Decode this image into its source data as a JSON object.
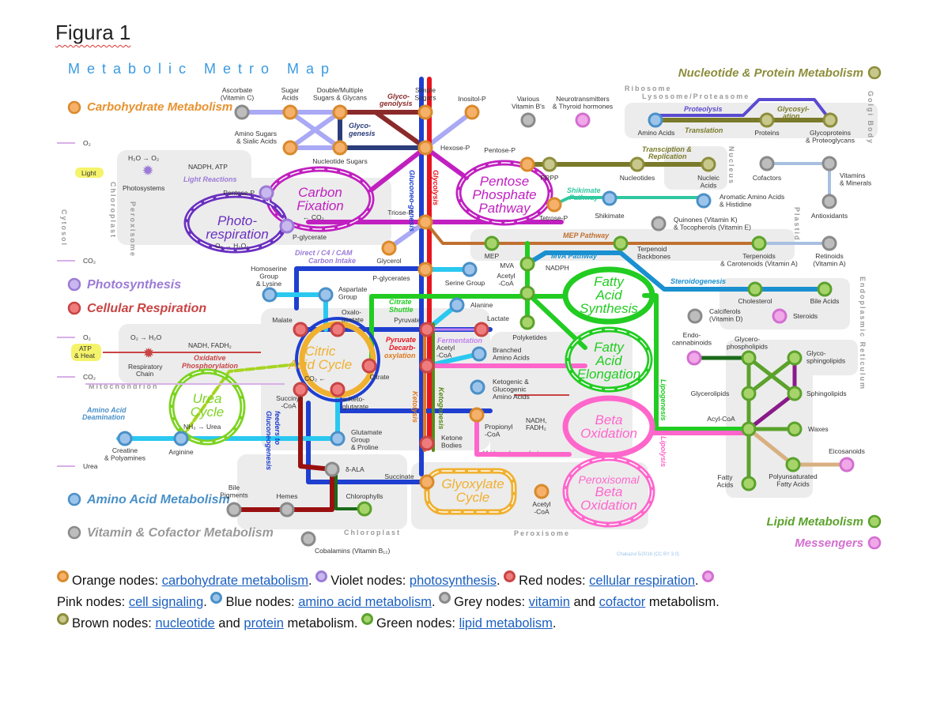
{
  "figure_title": "Figura 1",
  "map_title": "Metabolic Metro Map",
  "credit": "Chakazul 5/2016 (CC BY 3.0)",
  "colors": {
    "carbohydrate": [
      "#f5b069",
      "#d98a2c"
    ],
    "photosynthesis": [
      "#c9b8ee",
      "#9b7bd6"
    ],
    "respiration": [
      "#ee7c7c",
      "#c94444"
    ],
    "messengers": [
      "#f0a8e8",
      "#d36fd0"
    ],
    "amino": [
      "#9cc4ea",
      "#4a90c8"
    ],
    "vitamin": [
      "#bdbdbd",
      "#8a8a8a"
    ],
    "nucleotide": [
      "#c8c88c",
      "#8d8d3c"
    ],
    "lipid": [
      "#a6d46a",
      "#5ba22c"
    ]
  },
  "categories": {
    "carbohydrate": "Carbohydrate Metabolism",
    "photosynthesis": "Photosynthesis",
    "respiration": "Cellular Respiration",
    "amino": "Amino Acid Metabolism",
    "vitamin": "Vitamin & Cofactor Metabolism",
    "nucleotide": "Nucleotide & Protein Metabolism",
    "lipid": "Lipid Metabolism",
    "messengers": "Messengers"
  },
  "loops": {
    "carbon_fixation": [
      "Carbon",
      "Fixation"
    ],
    "photorespiration": [
      "Photo-",
      "respiration"
    ],
    "pentose_phosphate": [
      "Pentose",
      "Phosphate",
      "Pathway"
    ],
    "citric_acid": [
      "Citric",
      "Acid Cycle"
    ],
    "urea": [
      "Urea",
      "Cycle"
    ],
    "fa_synthesis": [
      "Fatty",
      "Acid",
      "Synthesis"
    ],
    "fa_elongation": [
      "Fatty",
      "Acid",
      "Elongation"
    ],
    "beta_oxidation": [
      "Beta",
      "Oxidation"
    ],
    "peroxisomal_beta": [
      "Peroxisomal",
      "Beta",
      "Oxidation"
    ],
    "glyoxylate": [
      "Glyoxylate",
      "Cycle"
    ]
  },
  "pathways": {
    "glycogenolysis": [
      "Glyco-",
      "genolysis"
    ],
    "glycogenesis": [
      "Glyco-",
      "genesis"
    ],
    "gluconeogenesis": "Gluconeo-genesis",
    "glycolysis": "Glycolysis",
    "light_reactions": "Light Reactions",
    "shikimate": [
      "Shikimate",
      "Pathway"
    ],
    "mep": "MEP Pathway",
    "mva": "MVA Pathway",
    "steroidogenesis": "Steroidogenesis",
    "proteolysis": "Proteolysis",
    "translation": "Translation",
    "glycosylation": [
      "Glycosyl-",
      "ation"
    ],
    "transcription": [
      "Transciption &",
      "Replication"
    ],
    "carbon_intake": [
      "Direct / C4 / CAM",
      "Carbon Intake"
    ],
    "citrate_shuttle": [
      "Citrate",
      "Shuttle"
    ],
    "fermentation": "Fermentation",
    "pyruvate_decarb": [
      "Pyruvate",
      "Decarb-",
      "oxylation"
    ],
    "oxphos": [
      "Oxidative",
      "Phosphorylation"
    ],
    "ketolysis": "Ketolysis",
    "ketogenesis": "Ketogenesis",
    "lipogenesis": "Lipogenesis",
    "lipolysis": "Lipolysis",
    "feeders": [
      "feeders to",
      "Gluconeogenesis"
    ],
    "deamination": [
      "Amino Acid",
      "Deamination"
    ]
  },
  "compartments": {
    "chloroplast": "Chloroplast",
    "peroxisome": "Peroxisome",
    "cytosol": "Cytosol",
    "mitochondrion": "Mitochondrion",
    "ribosome": "Ribosome",
    "lysosome": "Lysosome/Proteasome",
    "nucleus": "Nucleus",
    "plastid": "Plastid",
    "golgi": "Golgi Body",
    "er": "Endoplasmic Reticulum",
    "mitochondrion2": "Mitochondrion",
    "peroxisome2": "Peroxisome",
    "chloroplast2": "Chloroplast"
  },
  "misc": {
    "o2_top": "O₂",
    "h2o_o2": "H₂O → O₂",
    "light": "Light",
    "nadph_atp": "NADPH, ATP",
    "photosystems": "Photosystems",
    "co2_left": "CO₂",
    "co2_fix": "← CO₂",
    "o2_h2o2": "O₂ → H₂O₂",
    "o2_mid": "O₂",
    "o2_h2o": "O₂ → H₂O",
    "atp_heat": [
      "ATP",
      "& Heat"
    ],
    "nadh_fadh": "NADH, FADH₂",
    "resp_chain": [
      "Respiratory",
      "Chain"
    ],
    "co2_mito": "CO₂",
    "co2_tca": "CO₂ ←",
    "nh3_urea": "NH₃ → Urea",
    "urea_out": "Urea",
    "nadh_fadh2": [
      "NADH,",
      "FADH₂"
    ],
    "nadph": "NADPH"
  },
  "nodes": [
    {
      "id": "n1",
      "cat": "carbohydrate",
      "label": [
        "Sugar",
        "Acids"
      ]
    },
    {
      "id": "n2",
      "cat": "carbohydrate",
      "label": [
        "Double/Multiple",
        "Sugars & Glycans"
      ]
    },
    {
      "id": "n3",
      "cat": "carbohydrate",
      "label": [
        "Simple",
        "Sugars"
      ]
    },
    {
      "id": "n4",
      "cat": "carbohydrate",
      "label": [
        "Inositol-P"
      ]
    },
    {
      "id": "n5",
      "cat": "carbohydrate",
      "label": [
        "Amino Sugars",
        "& Sialic Acids"
      ]
    },
    {
      "id": "n6",
      "cat": "carbohydrate",
      "label": [
        "Nucleotide Sugars"
      ]
    },
    {
      "id": "n7",
      "cat": "carbohydrate",
      "label": [
        "Hexose-P"
      ]
    },
    {
      "id": "n8",
      "cat": "carbohydrate",
      "label": [
        "Pentose-P"
      ]
    },
    {
      "id": "n9",
      "cat": "carbohydrate",
      "label": [
        "Tetrose-P"
      ]
    },
    {
      "id": "n10",
      "cat": "carbohydrate",
      "label": [
        "Triose-P"
      ]
    },
    {
      "id": "n11",
      "cat": "carbohydrate",
      "label": [
        "Glycerol"
      ]
    },
    {
      "id": "n12",
      "cat": "carbohydrate",
      "label": [
        "P-glycerates"
      ]
    },
    {
      "id": "n13",
      "cat": "carbohydrate",
      "label": [
        "Propionyl",
        "-CoA"
      ]
    },
    {
      "id": "n14",
      "cat": "carbohydrate",
      "label": [
        "Succinate"
      ]
    },
    {
      "id": "n15",
      "cat": "carbohydrate",
      "label": [
        "Acetyl",
        "-CoA"
      ]
    },
    {
      "id": "v1",
      "cat": "photosynthesis",
      "label": [
        "Pentose-P"
      ]
    },
    {
      "id": "v2",
      "cat": "photosynthesis",
      "label": [
        "P-glycerate"
      ]
    },
    {
      "id": "g1",
      "cat": "vitamin",
      "label": [
        "Ascorbate",
        "(Vitamin C)"
      ]
    },
    {
      "id": "g2",
      "cat": "vitamin",
      "label": [
        "Various",
        "Vitamin B's"
      ]
    },
    {
      "id": "g3",
      "cat": "vitamin",
      "label": [
        "Quinones (Vitamin K)",
        "& Tocopherols (Vitamin E)"
      ]
    },
    {
      "id": "g4",
      "cat": "vitamin",
      "label": [
        "Cofactors"
      ]
    },
    {
      "id": "g5",
      "cat": "vitamin",
      "label": [
        "Vitamins",
        "& Minerals"
      ]
    },
    {
      "id": "g6",
      "cat": "vitamin",
      "label": [
        "Antioxidants"
      ]
    },
    {
      "id": "g7",
      "cat": "vitamin",
      "label": [
        "Retinoids",
        "(Vitamin A)"
      ]
    },
    {
      "id": "g8",
      "cat": "vitamin",
      "label": [
        "Calciferols",
        "(Vitamin D)"
      ]
    },
    {
      "id": "g9",
      "cat": "vitamin",
      "label": [
        "δ-ALA"
      ]
    },
    {
      "id": "g10",
      "cat": "vitamin",
      "label": [
        "Bile",
        "Pigments"
      ]
    },
    {
      "id": "g11",
      "cat": "vitamin",
      "label": [
        "Hemes"
      ]
    },
    {
      "id": "g12",
      "cat": "vitamin",
      "label": [
        "Cobalamins (Vitamin B₁₂)"
      ]
    },
    {
      "id": "r1",
      "cat": "respiration",
      "label": [
        "Malate"
      ]
    },
    {
      "id": "r2",
      "cat": "respiration",
      "label": [
        "Oxalo-",
        "acetate"
      ]
    },
    {
      "id": "r3",
      "cat": "respiration",
      "label": [
        "Pyruvate"
      ]
    },
    {
      "id": "r4",
      "cat": "respiration",
      "label": [
        "Lactate"
      ]
    },
    {
      "id": "r5",
      "cat": "respiration",
      "label": [
        "Citrate"
      ]
    },
    {
      "id": "r6",
      "cat": "respiration",
      "label": [
        "Acetyl",
        "-CoA"
      ]
    },
    {
      "id": "r7",
      "cat": "respiration",
      "label": [
        "Succinyl",
        "-CoA"
      ]
    },
    {
      "id": "r8",
      "cat": "respiration",
      "label": [
        "α-Keto-",
        "glutarate"
      ]
    },
    {
      "id": "r9",
      "cat": "respiration",
      "label": [
        "Ketone",
        "Bodies"
      ]
    },
    {
      "id": "p1",
      "cat": "messengers",
      "label": [
        "Neurotransmitters",
        "& Thyroid hormones"
      ]
    },
    {
      "id": "p2",
      "cat": "messengers",
      "label": [
        "Steroids"
      ]
    },
    {
      "id": "p3",
      "cat": "messengers",
      "label": [
        "Endo-",
        "cannabinoids"
      ]
    },
    {
      "id": "p4",
      "cat": "messengers",
      "label": [
        "Eicosanoids"
      ]
    },
    {
      "id": "b1",
      "cat": "amino",
      "label": [
        "Amino Acids"
      ]
    },
    {
      "id": "b2",
      "cat": "amino",
      "label": [
        "Aromatic Amino Acids",
        "& Histidine"
      ]
    },
    {
      "id": "b3",
      "cat": "amino",
      "label": [
        "Shikimate"
      ]
    },
    {
      "id": "b4",
      "cat": "amino",
      "label": [
        "Homoserine",
        "Group",
        "& Lysine"
      ]
    },
    {
      "id": "b5",
      "cat": "amino",
      "label": [
        "Aspartate",
        "Group"
      ]
    },
    {
      "id": "b6",
      "cat": "amino",
      "label": [
        "Serine Group"
      ]
    },
    {
      "id": "b7",
      "cat": "amino",
      "label": [
        "Alanine"
      ]
    },
    {
      "id": "b8",
      "cat": "amino",
      "label": [
        "Branched",
        "Amino Acids"
      ]
    },
    {
      "id": "b9",
      "cat": "amino",
      "label": [
        "Ketogenic &",
        "Glucogenic",
        "Amino Acids"
      ]
    },
    {
      "id": "b10",
      "cat": "amino",
      "label": [
        "Glutamate",
        "Group",
        "& Proline"
      ]
    },
    {
      "id": "b11",
      "cat": "amino",
      "label": [
        "Creatine",
        "& Polyamines"
      ]
    },
    {
      "id": "b12",
      "cat": "amino",
      "label": [
        "Arginine"
      ]
    },
    {
      "id": "w1",
      "cat": "nucleotide",
      "label": [
        "Proteins"
      ]
    },
    {
      "id": "w2",
      "cat": "nucleotide",
      "label": [
        "Glycoproteins",
        "& Proteoglycans"
      ]
    },
    {
      "id": "w3",
      "cat": "nucleotide",
      "label": [
        "PRPP"
      ]
    },
    {
      "id": "w4",
      "cat": "nucleotide",
      "label": [
        "Nucleotides"
      ]
    },
    {
      "id": "w5",
      "cat": "nucleotide",
      "label": [
        "Nucleic",
        "Acids"
      ]
    },
    {
      "id": "l1",
      "cat": "lipid",
      "label": [
        "MEP"
      ]
    },
    {
      "id": "l2",
      "cat": "lipid",
      "label": [
        "MVA"
      ]
    },
    {
      "id": "l3",
      "cat": "lipid",
      "label": [
        "Acetyl",
        "-CoA"
      ]
    },
    {
      "id": "l4",
      "cat": "lipid",
      "label": [
        "Polyketides"
      ]
    },
    {
      "id": "l5",
      "cat": "lipid",
      "label": [
        "Terpenoid",
        "Backbones"
      ]
    },
    {
      "id": "l6",
      "cat": "lipid",
      "label": [
        "Terpenoids",
        "& Carotenoids (Vitamin A)"
      ]
    },
    {
      "id": "l7",
      "cat": "lipid",
      "label": [
        "Cholesterol"
      ]
    },
    {
      "id": "l8",
      "cat": "lipid",
      "label": [
        "Bile Acids"
      ]
    },
    {
      "id": "l9",
      "cat": "lipid",
      "label": [
        "Glycero-",
        "phospholipids"
      ]
    },
    {
      "id": "l10",
      "cat": "lipid",
      "label": [
        "Glyco-",
        "sphingolipids"
      ]
    },
    {
      "id": "l11",
      "cat": "lipid",
      "label": [
        "Glycerolipids"
      ]
    },
    {
      "id": "l12",
      "cat": "lipid",
      "label": [
        "Sphingolipids"
      ]
    },
    {
      "id": "l13",
      "cat": "lipid",
      "label": [
        "Acyl-CoA"
      ]
    },
    {
      "id": "l14",
      "cat": "lipid",
      "label": [
        "Waxes"
      ]
    },
    {
      "id": "l15",
      "cat": "lipid",
      "label": [
        "Polyunsaturated",
        "Fatty Acids"
      ]
    },
    {
      "id": "l16",
      "cat": "lipid",
      "label": [
        "Fatty",
        "Acids"
      ]
    },
    {
      "id": "l17",
      "cat": "lipid",
      "label": [
        "Chlorophylls"
      ]
    }
  ],
  "caption": {
    "orange_prefix": "Orange nodes: ",
    "orange_link": "carbohydrate metabolism",
    "violet_prefix": "Violet nodes: ",
    "violet_link": "photosynthesis",
    "red_prefix": "Red nodes: ",
    "red_link": "cellular respiration",
    "pink_prefix": "Pink nodes: ",
    "pink_link": "cell signaling",
    "blue_prefix": "Blue nodes: ",
    "blue_link": "amino acid metabolism",
    "grey_prefix": "Grey nodes: ",
    "grey_link1": "vitamin",
    "grey_and": " and ",
    "grey_link2": "cofactor",
    "grey_suffix": " metabolism.",
    "brown_prefix": "Brown nodes:  ",
    "brown_link1": "nucleotide",
    "brown_and": " and ",
    "brown_link2": "protein",
    "brown_suffix": " metabolism. ",
    "green_prefix": "Green nodes: ",
    "green_link": "lipid metabolism",
    "period": "."
  }
}
